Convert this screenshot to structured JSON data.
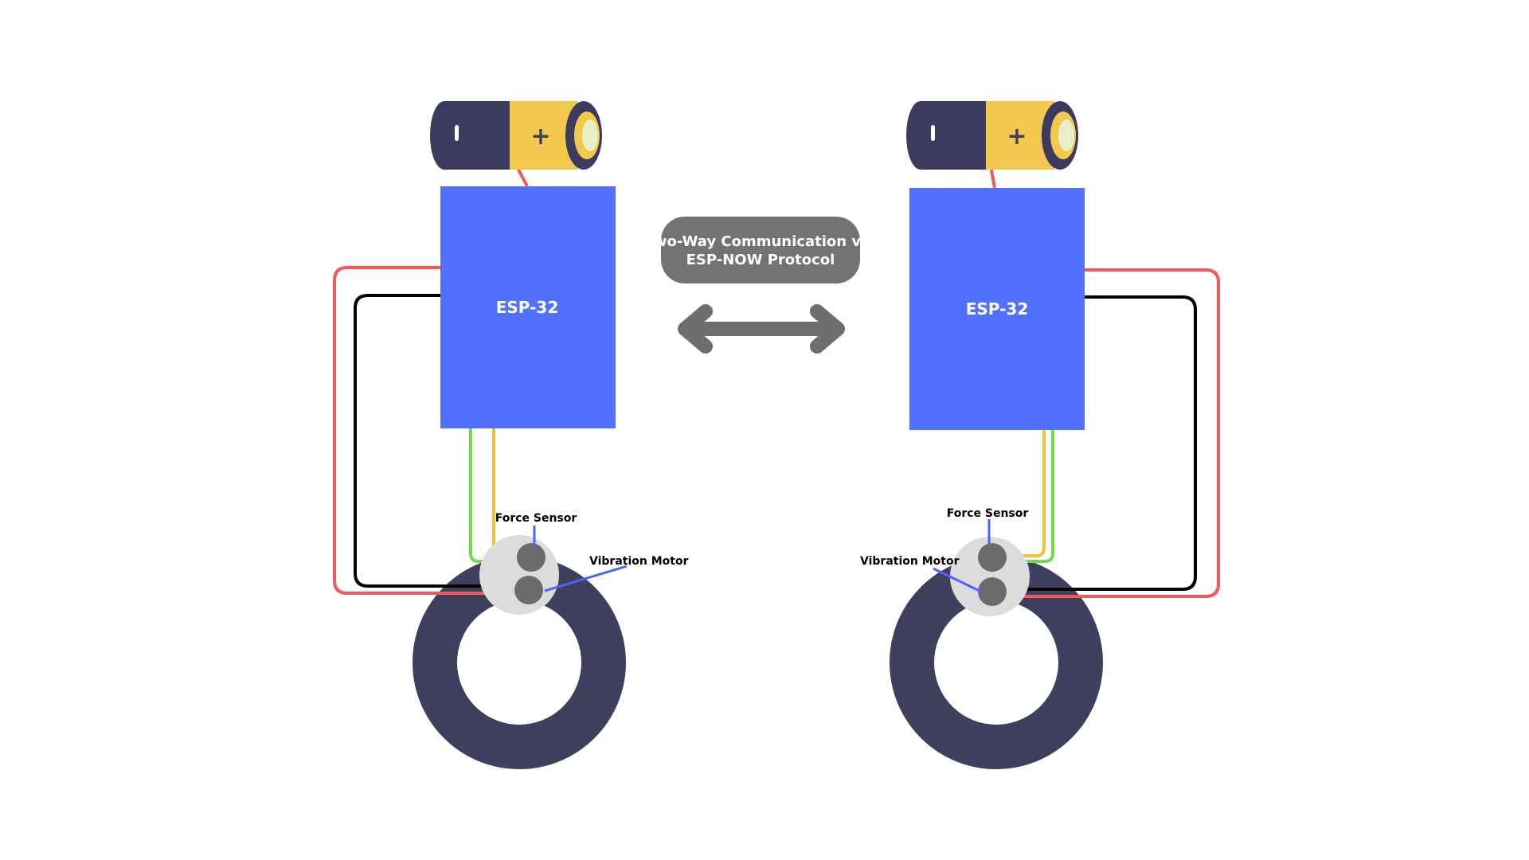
{
  "left_unit": {
    "esp_label": "ESP-32",
    "battery_plus": "+",
    "force_sensor_label": "Force Sensor",
    "vibration_motor_label": "Vibration Motor"
  },
  "right_unit": {
    "esp_label": "ESP-32",
    "battery_plus": "+",
    "force_sensor_label": "Force Sensor",
    "vibration_motor_label": "Vibration Motor"
  },
  "communication": {
    "line1": "Two-Way Communication via",
    "line2": "ESP-NOW Protocol"
  },
  "colors": {
    "esp_board": "#5170ff",
    "ring": "#3f405e",
    "battery_body": "#3c3a5f",
    "battery_cap": "#f2c94c",
    "wire_power": "#f25a5a",
    "wire_ground": "#000000",
    "wire_signal_green": "#6fdc50",
    "wire_signal_yellow": "#f2c13a",
    "label_pointer": "#4a63ff",
    "comm_box": "#737373",
    "comm_arrow": "#6e6e6e",
    "sensor_plate": "#dcdcdc",
    "sensor_component": "#6b6b6b"
  }
}
